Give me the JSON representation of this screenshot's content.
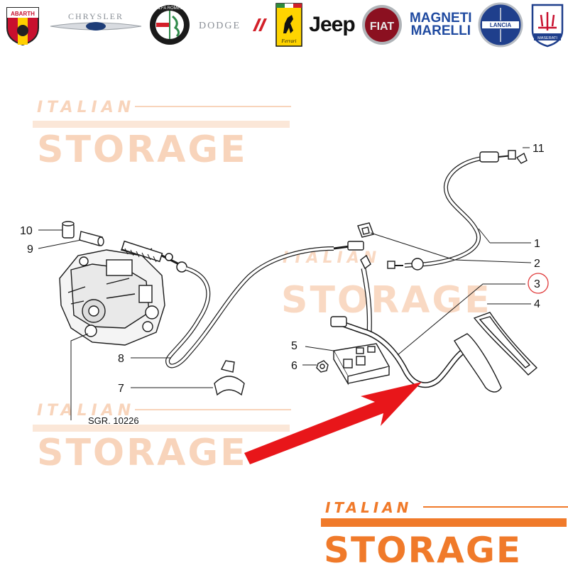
{
  "brands": {
    "abarth": "ABARTH",
    "chrysler": "CHRYSLER",
    "alfa_romeo": "ALFA ROMEO",
    "dodge": "DODGE",
    "ferrari": "Ferrari",
    "jeep": "Jeep",
    "fiat": "FIAT",
    "magneti_marelli_1": "MAGNETI",
    "magneti_marelli_2": "MARELLI",
    "lancia": "LANCIA",
    "maserati": "MASERATI"
  },
  "watermark": {
    "line1": "ITALIAN",
    "line2": "STORAGE"
  },
  "logo": {
    "line1": "ITALIAN",
    "line2": "STORAGE"
  },
  "callouts": {
    "c1": "1",
    "c2": "2",
    "c3": "3",
    "c4": "4",
    "c5": "5",
    "c6": "6",
    "c7": "7",
    "c8": "8",
    "c9": "9",
    "c10": "10",
    "c11": "11",
    "sgr": "SGR. 10226"
  },
  "colors": {
    "watermark_orange": "#f7cdb0",
    "logo_orange": "#f07a2a",
    "arrow_red": "#e8161a",
    "highlight_circle": "#e03a3a",
    "line_art": "#1a1a1a"
  }
}
